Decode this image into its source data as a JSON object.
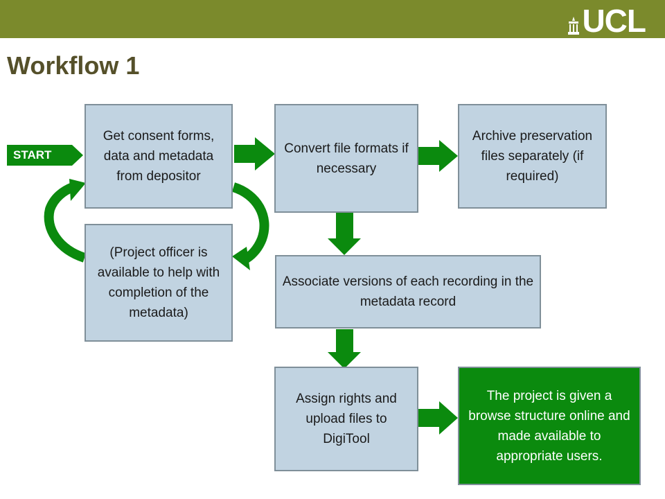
{
  "header": {
    "logo_text": "UCL",
    "title": "Workflow 1"
  },
  "colors": {
    "top_bar": "#7b8a2c",
    "box_fill": "#c1d3e1",
    "box_border": "#7f8f99",
    "arrow_green": "#0b8a0e",
    "final_box_fill": "#0b8a0e",
    "title_text": "#55502a"
  },
  "start_label": "START",
  "steps": {
    "get_consent": "Get consent forms, data and metadata from depositor",
    "project_officer": "(Project officer is available to help with completion of the metadata)",
    "convert_formats": "Convert file formats if necessary",
    "archive_files": "Archive preservation files separately (if required)",
    "associate_versions": "Associate versions of each recording in the metadata record",
    "assign_rights": "Assign rights and upload files to DigiTool",
    "browse_structure": "The project is given a browse structure online and made available to appropriate users."
  }
}
